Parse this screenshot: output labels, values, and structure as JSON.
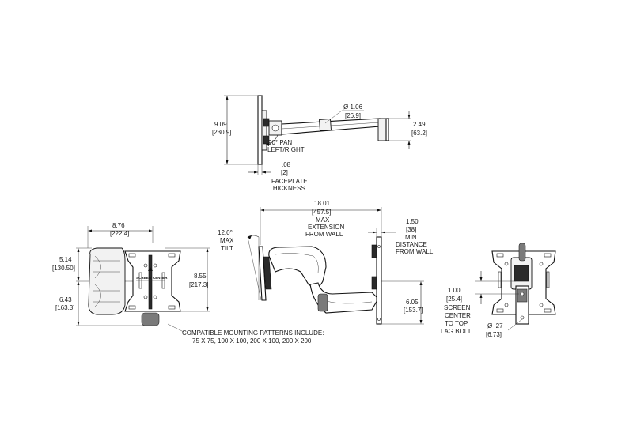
{
  "top_view": {
    "height_dim": [
      "9.09",
      "[230.9]"
    ],
    "tube_dia": [
      "Ø 1.06",
      "[26.9]"
    ],
    "wall_plate_dim": [
      "2.49",
      "[63.2]"
    ],
    "pan_note": [
      "90° PAN",
      "LEFT/RIGHT"
    ],
    "faceplate_dim": [
      ".08",
      "[2]"
    ],
    "faceplate_label": [
      "FACEPLATE",
      "THICKNESS"
    ]
  },
  "front_view": {
    "width_dim": [
      "8.76",
      "[222.4]"
    ],
    "upper_dim": [
      "5.14",
      "[130.50]"
    ],
    "lower_dim": [
      "6.43",
      "[163.3]"
    ],
    "height_dim": [
      "8.55",
      "[217.3]"
    ],
    "screen_center_label": [
      "SCREEN",
      "CENTER"
    ],
    "compatible_note": [
      "COMPATIBLE MOUNTING PATTERNS INCLUDE:",
      "75 X 75, 100 X 100, 200 X 100, 200 X 200"
    ]
  },
  "side_view": {
    "tilt": [
      "12.0°",
      "MAX",
      "TILT"
    ],
    "extension": [
      "18.01",
      "[457.5]",
      "MAX",
      "EXTENSION",
      "FROM WALL"
    ],
    "min_distance": [
      "1.50",
      "[38]",
      "MIN.",
      "DISTANCE",
      "FROM WALL"
    ],
    "lower_dim": [
      "6.05",
      "[153.7]"
    ]
  },
  "rear_view": {
    "lag_dim": [
      "1.00",
      "[25.4]",
      "SCREEN",
      "CENTER",
      "TO TOP",
      "LAG BOLT"
    ],
    "hole_dim": [
      "Ø .27",
      "[6.73]"
    ]
  }
}
